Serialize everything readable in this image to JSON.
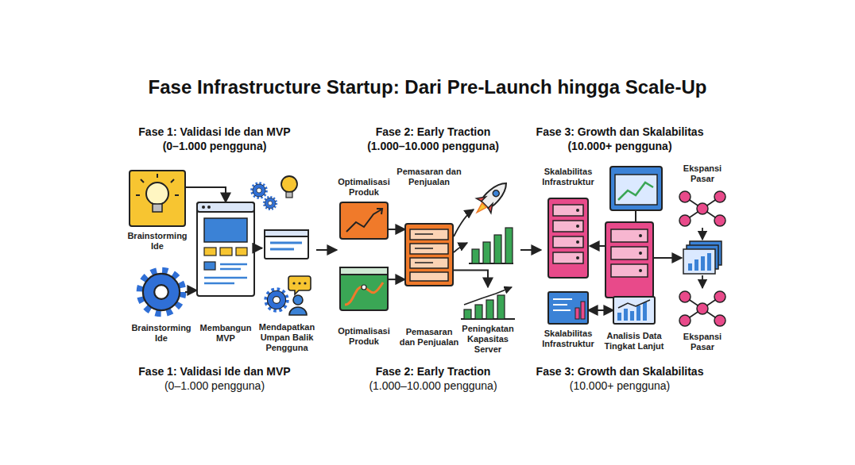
{
  "diagram": {
    "title": "Fase Infrastructure Startup: Dari Pre-Launch hingga Scale-Up",
    "nodes": [
      {
        "text": [
          "Brainstorming Ide"
        ]
      },
      {
        "text": [
          "Brainstorming Ide"
        ]
      },
      {
        "text": [
          "Membangun MVP"
        ]
      },
      {
        "text": [
          "Mendapatkan Umpan Balik Pengguna"
        ]
      },
      {
        "text": [
          "Optimalisasi Produk"
        ]
      },
      {
        "text": [
          "Pemasaran dan Penjualan",
          "Pemasaran dan Penjualan"
        ]
      },
      {
        "text": [
          "Optimalisasi Produk"
        ]
      },
      {
        "text": [
          "Peningkatan Kapasitas Server"
        ]
      },
      {
        "text": [
          "Skalabilitas Infrastruktur"
        ]
      },
      {
        "text": [
          "Skalabilitas Infrastruktur"
        ]
      },
      {
        "text": [
          "Analisis Data Tingkat Lanjut"
        ]
      },
      {
        "text": [
          "Ekspansi Pasar"
        ]
      },
      {
        "text": [
          "Ekspansi Pasar"
        ]
      }
    ],
    "edges": [
      {
        "from": 0,
        "to": 2,
        "arrow": "to"
      },
      {
        "from": 1,
        "to": 2,
        "arrow": "to"
      },
      {
        "from": 2,
        "to": 3,
        "arrow": "to"
      },
      {
        "from": 4,
        "to": 5,
        "arrow": "to"
      },
      {
        "from": 6,
        "to": 5,
        "arrow": "to"
      },
      {
        "from": 5,
        "to": 7,
        "arrow": "to"
      },
      {
        "from": 10,
        "to": 9,
        "arrow": "both"
      }
    ],
    "labels": [
      "Fase 1: Validasi Ide dan MVP",
      "(0–1.000 pengguna)",
      "Fase 2: Early Traction",
      "(1.000–10.000 pengguna)",
      "Fase 3: Growth dan Skalabilitas",
      "(10.000+ pengguna)",
      "Fase 1: Validasi Ide dan MVP",
      "(0–1.000 pengguna)",
      "Fase 2: Early Traction",
      "(1.000–10.000 pengguna)",
      "Fase 3: Growth dan Skalabilitas",
      "(10.000+ pengguna)"
    ]
  }
}
